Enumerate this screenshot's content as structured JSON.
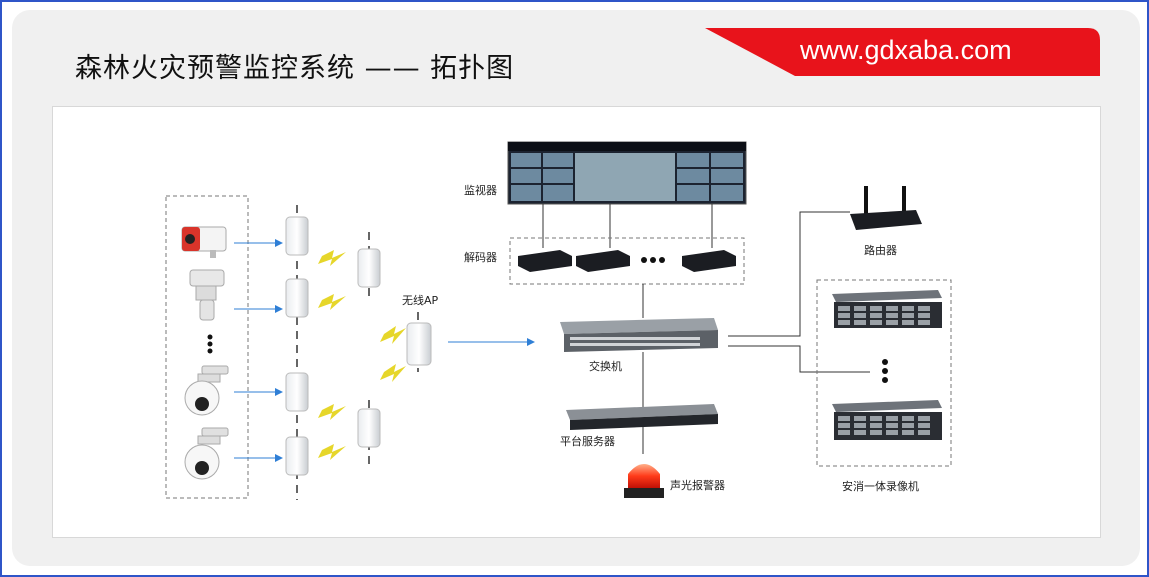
{
  "header": {
    "title": "森林火灾预警监控系统 —— 拓扑图",
    "url": "www.gdxaba.com"
  },
  "colors": {
    "border": "#2f55c8",
    "ribbon": "#e8131b",
    "arrow": "#2f7fd6",
    "lightning": "#e6d62a"
  },
  "labels": {
    "monitor": "监视器",
    "decoder": "解码器",
    "wireless_ap": "无线AP",
    "switch": "交换机",
    "platform_server": "平台服务器",
    "alarm": "声光报警器",
    "router": "路由器",
    "nvr": "安消一体录像机"
  },
  "icons": [
    "bullet-camera-icon",
    "ptz-camera-icon",
    "dome-camera-icon",
    "bridge-icon",
    "lightning-icon",
    "video-wall-icon",
    "decoder-icon",
    "switch-icon",
    "server-icon",
    "alarm-light-icon",
    "router-icon",
    "nvr-icon"
  ]
}
